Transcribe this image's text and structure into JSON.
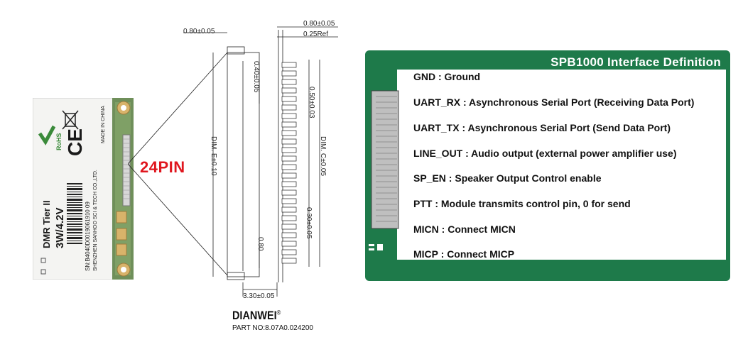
{
  "module": {
    "label_dmr": "DMR Tier II",
    "label_power": "3W/4.2V",
    "label_sn": "SN:B4040D0019061910 09",
    "label_maker": "SHENZHEN SANHOO SCI & TECH CO.,LTD.",
    "label_origin": "MADE IN CHINA",
    "label_rohs": "RoHS",
    "label_ce": "CE"
  },
  "pin_label": "24PIN",
  "drawing": {
    "dim_top_left": "0.80±0.05",
    "dim_top_right": "0.80±0.05",
    "dim_ref": "0.25Ref",
    "dim_pitch_top": "0.40±0.05",
    "dim_pitch": "0.50±0.03",
    "dim_e": "DIM. E±0.10",
    "dim_c": "DIM. C±0.05",
    "dim_030": "0.30±0.05",
    "dim_080": "0.80",
    "dim_bottom": "3.30±0.05",
    "brand": "DIANWEI",
    "brand_mark": "®",
    "part_no": "PART NO:8.07A0.024200"
  },
  "panel": {
    "title": "SPB1000 Interface Definition",
    "accent": "#1e7a4a",
    "definitions": [
      "GND : Ground",
      "UART_RX : Asynchronous Serial Port (Receiving Data Port)",
      "UART_TX : Asynchronous Serial Port (Send Data Port)",
      "LINE_OUT : Audio output (external power amplifier use)",
      "SP_EN : Speaker Output Control enable",
      "PTT : Module transmits control pin, 0 for send",
      "MICN : Connect MICN",
      "MICP : Connect MICP"
    ]
  }
}
